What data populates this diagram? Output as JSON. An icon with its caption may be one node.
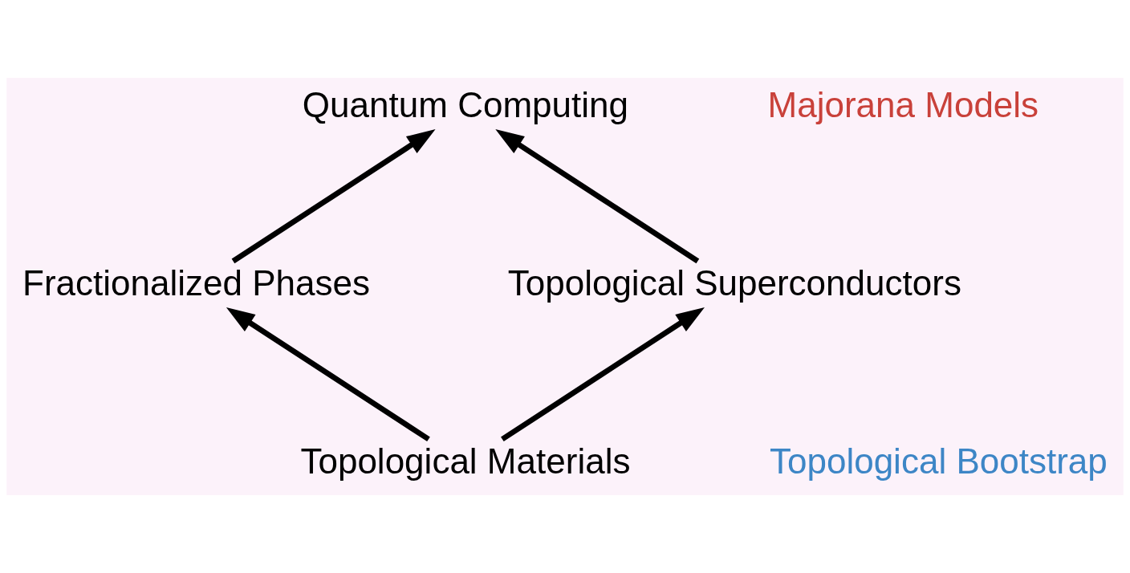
{
  "diagram": {
    "nodes": [
      {
        "text": [
          "Quantum Computing"
        ]
      },
      {
        "text": [
          "Fractionalized Phases"
        ]
      },
      {
        "text": [
          "Topological Superconductors"
        ]
      },
      {
        "text": [
          "Topological Materials"
        ]
      }
    ],
    "edges": [
      {
        "from": 1,
        "to": 0,
        "arrow": "to"
      },
      {
        "from": 2,
        "to": 0,
        "arrow": "to"
      },
      {
        "from": 3,
        "to": 1,
        "arrow": "to"
      },
      {
        "from": 3,
        "to": 2,
        "arrow": "to"
      }
    ],
    "labels": [
      "Majorana Models",
      "Topological Bootstrap"
    ]
  }
}
